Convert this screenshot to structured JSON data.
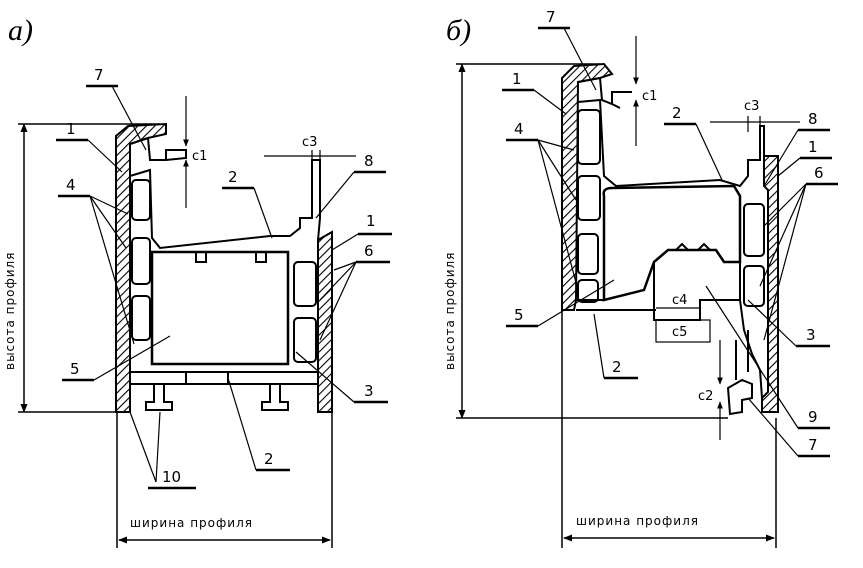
{
  "panels": [
    {
      "label": "а)",
      "height_label": "высота профиля",
      "width_label": "ширина профиля",
      "callouts": [
        "7",
        "1",
        "4",
        "5",
        "2",
        "8",
        "1",
        "6",
        "3",
        "2",
        "10",
        "c1",
        "c3"
      ]
    },
    {
      "label": "б)",
      "height_label": "высота профиля",
      "width_label": "ширина профиля",
      "callouts": [
        "7",
        "1",
        "4",
        "5",
        "2",
        "2",
        "8",
        "1",
        "6",
        "3",
        "9",
        "7",
        "c1",
        "c2",
        "c3",
        "c4",
        "c5"
      ]
    }
  ]
}
